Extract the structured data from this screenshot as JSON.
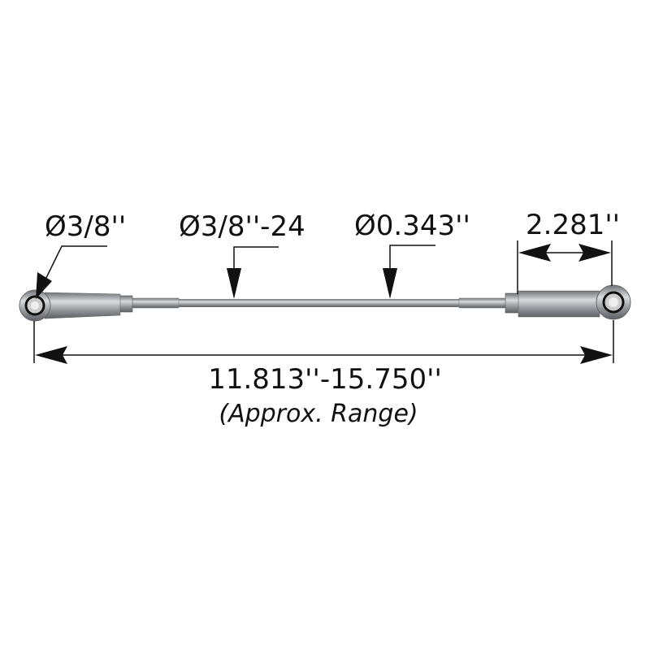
{
  "labels": {
    "eye_bore": "Ø3/8''",
    "thread": "Ø3/8''-24",
    "rod_diameter": "Ø0.343''",
    "rod_end_length": "2.281''",
    "overall_length": "11.813''-15.750''",
    "range_note": "(Approx. Range)"
  },
  "colors": {
    "ink": "#111111",
    "metal": "#9a9da1"
  }
}
